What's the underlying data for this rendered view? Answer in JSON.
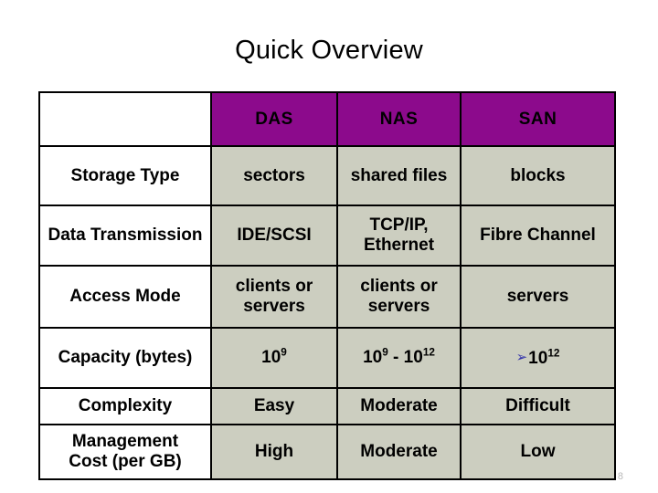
{
  "slide": {
    "title": "Quick Overview",
    "page_number": "8"
  },
  "colors": {
    "header_background": "#8C0A8C",
    "header_text": "#F7E6F7",
    "data_cell_background": "#CCCEC0",
    "label_cell_background": "#FFFFFF",
    "border": "#000000",
    "arrow_glyph": "#3333AA",
    "page_number_text": "#B9B9B9"
  },
  "table": {
    "corner_label": "",
    "columns": [
      {
        "key": "das",
        "label": "DAS"
      },
      {
        "key": "nas",
        "label": "NAS"
      },
      {
        "key": "san",
        "label": "SAN"
      }
    ],
    "rows": [
      {
        "label": "Storage Type",
        "das": "sectors",
        "nas": "shared files",
        "san": "blocks"
      },
      {
        "label": "Data Transmission",
        "das": "IDE/SCSI",
        "nas": "TCP/IP, Ethernet",
        "san": "Fibre Channel"
      },
      {
        "label": "Access Mode",
        "das": "clients or servers",
        "nas": "clients or servers",
        "san": "servers"
      },
      {
        "label": "Capacity (bytes)",
        "das": "10⁹",
        "nas": "10⁹ - 10¹²",
        "san": "➢ 10¹²",
        "das_parts": {
          "base": "10",
          "exp": "9"
        },
        "nas_parts": {
          "base1": "10",
          "exp1": "9",
          "sep": " - ",
          "base2": "10",
          "exp2": "12"
        },
        "san_parts": {
          "bullet": "➢",
          "base": "10",
          "exp": "12"
        }
      },
      {
        "label": "Complexity",
        "das": "Easy",
        "nas": "Moderate",
        "san": "Difficult"
      },
      {
        "label": "Management Cost (per GB)",
        "label_line1": "Management",
        "label_line2": "Cost (per GB)",
        "das": "High",
        "nas": "Moderate",
        "san": "Low"
      }
    ]
  }
}
